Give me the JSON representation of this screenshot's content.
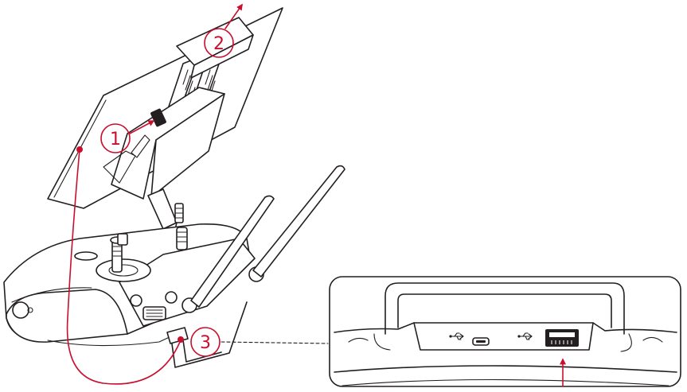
{
  "diagram": {
    "accent_color": "#c8102e",
    "line_color": "#231f20",
    "callouts": [
      {
        "number": "1"
      },
      {
        "number": "2"
      },
      {
        "number": "3"
      }
    ],
    "inset_icons": [
      "usb-icon",
      "micro-usb-port-icon",
      "usb-icon",
      "usb-a-port-icon"
    ]
  }
}
